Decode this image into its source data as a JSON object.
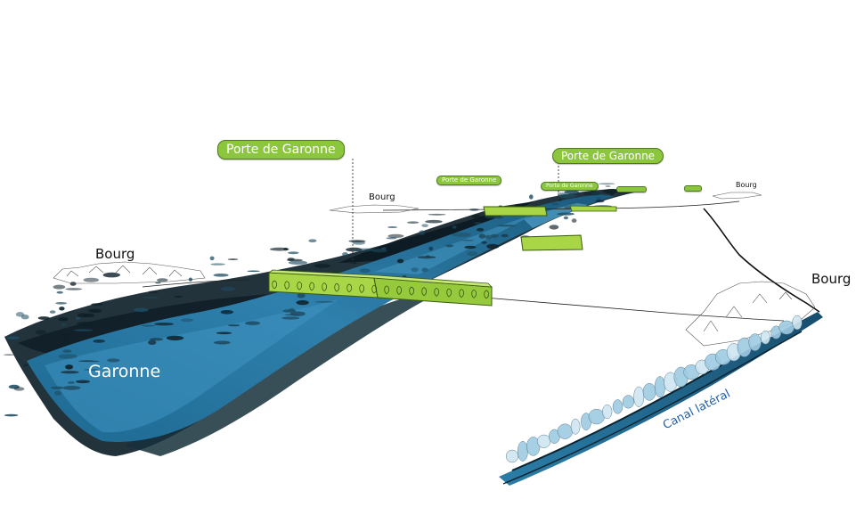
{
  "labels": {
    "bourg_left": "Bourg",
    "bourg_center": "Bourg",
    "bourg_right": "Bourg",
    "bourg_far": "Bourg",
    "river": "Garonne",
    "canal": "Canal latéral"
  },
  "callouts": [
    {
      "text": "Porte de Garonne"
    },
    {
      "text": "Porte de Garonne"
    },
    {
      "text": "Porte de Garonne"
    },
    {
      "text": "Porte de Garonne"
    }
  ],
  "colors": {
    "river_deep": "#0e3f55",
    "river_light": "#3b8db8",
    "bank_dark": "#13232b",
    "tag_green": "#8cc63f",
    "tag_border": "#4e7a1e",
    "canal_text": "#1f5fa6"
  }
}
